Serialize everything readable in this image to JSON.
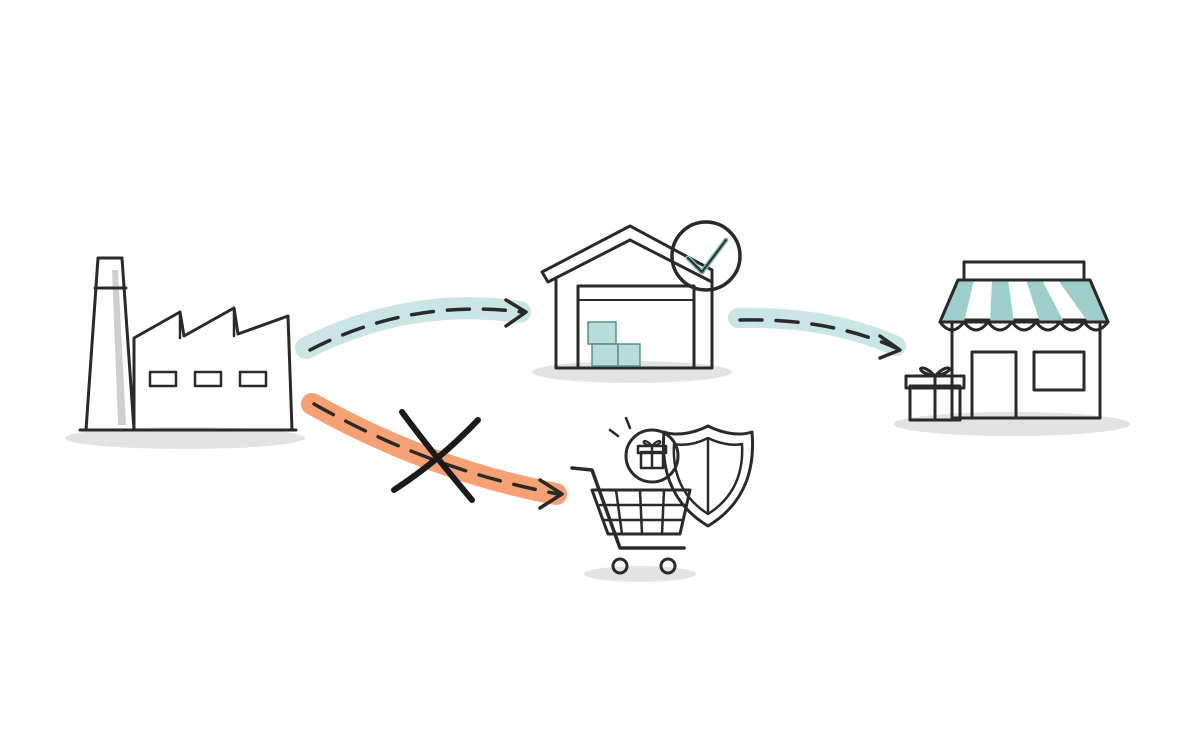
{
  "colors": {
    "background": "#ffffff",
    "ink": "#2a2a2a",
    "teal": "#9ccfcc",
    "teal_light": "#c9e6e4",
    "orange": "#f37a3a",
    "orange_light": "#f6a173",
    "shadow": "#e3e3e3",
    "gray_fill": "#f4f4f4"
  },
  "nodes": [
    {
      "id": "factory",
      "icon": "factory-icon"
    },
    {
      "id": "warehouse",
      "icon": "warehouse-icon",
      "badge": "checkmark-badge-icon"
    },
    {
      "id": "store",
      "icon": "storefront-icon",
      "accessory": "gift-box-icon"
    },
    {
      "id": "cart",
      "icon": "shopping-cart-icon",
      "accessories": [
        "gift-coin-icon",
        "shield-icon"
      ]
    }
  ],
  "flows": [
    {
      "from": "factory",
      "to": "warehouse",
      "style": "teal-dashed-arrow",
      "blocked": false
    },
    {
      "from": "warehouse",
      "to": "store",
      "style": "teal-dashed-arrow",
      "blocked": false
    },
    {
      "from": "factory",
      "to": "cart",
      "style": "orange-dashed-arrow",
      "blocked": true,
      "blocked_icon": "x-mark-icon"
    }
  ]
}
